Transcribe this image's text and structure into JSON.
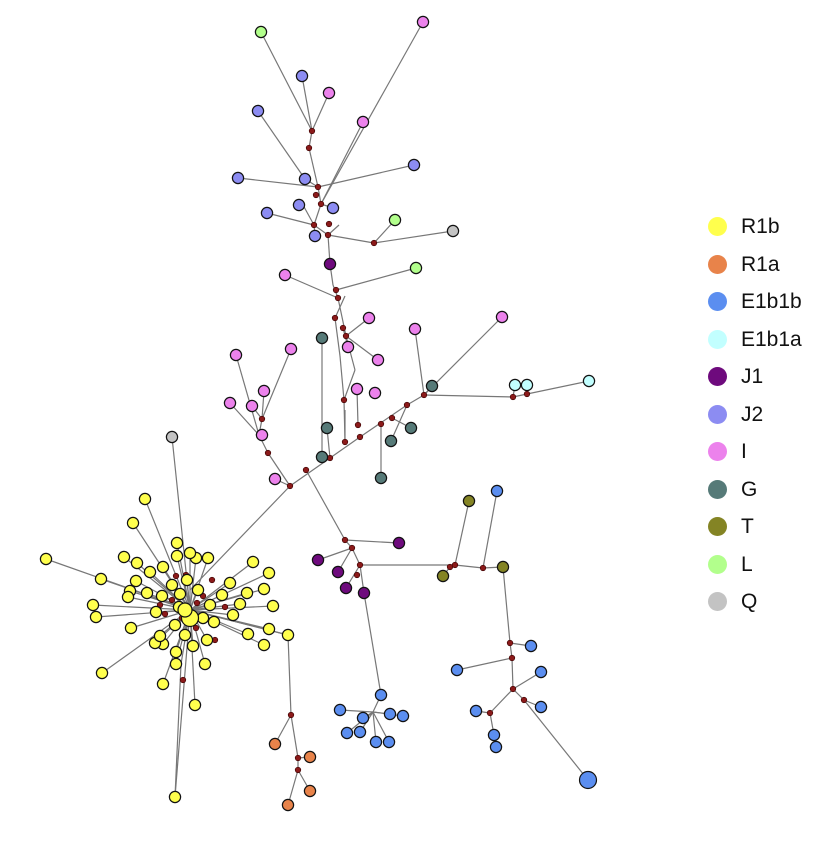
{
  "legend": {
    "items": [
      {
        "label": "R1b",
        "key": "R1b",
        "color": "#ffff4d"
      },
      {
        "label": "R1a",
        "key": "R1a",
        "color": "#e8834a"
      },
      {
        "label": "E1b1b",
        "key": "E1b1b",
        "color": "#5b8ef0"
      },
      {
        "label": "E1b1a",
        "key": "E1b1a",
        "color": "#c2ffff"
      },
      {
        "label": "J1",
        "key": "J1",
        "color": "#6e0a7d"
      },
      {
        "label": "J2",
        "key": "J2",
        "color": "#8c8cf2"
      },
      {
        "label": "I",
        "key": "I",
        "color": "#ec82ec"
      },
      {
        "label": "G",
        "key": "G",
        "color": "#567a78"
      },
      {
        "label": "T",
        "key": "T",
        "color": "#848424"
      },
      {
        "label": "L",
        "key": "L",
        "color": "#b2ff8c"
      },
      {
        "label": "Q",
        "key": "Q",
        "color": "#c3c3c3"
      }
    ]
  },
  "styles": {
    "edge_color": "#777777",
    "median_vector_color": "#8b1a1a",
    "node_stroke_color": "#111111"
  }
}
